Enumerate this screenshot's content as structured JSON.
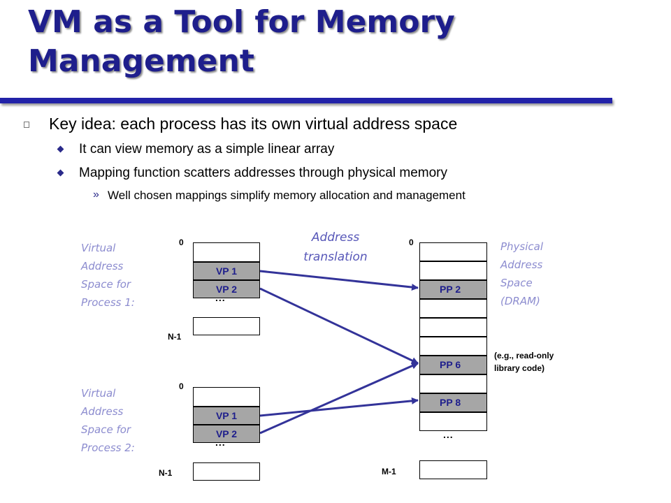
{
  "title": {
    "line1": "VM as a Tool for Memory",
    "line2": "Management"
  },
  "bullets": {
    "main": "Key idea: each process has its own virtual address space",
    "sub1": "It can view memory as a simple linear array",
    "sub2": "Mapping function scatters addresses through physical memory",
    "subsub1": "Well chosen mappings simplify memory allocation and management"
  },
  "diagram": {
    "translation_line1": "Address",
    "translation_line2": "translation",
    "vas1": [
      "Virtual",
      "Address",
      "Space for",
      "Process 1:"
    ],
    "vas2": [
      "Virtual",
      "Address",
      "Space for",
      "Process 2:"
    ],
    "phys": [
      "Physical",
      "Address",
      "Space",
      "(DRAM)"
    ],
    "zero": "0",
    "n_minus_1": "N-1",
    "m_minus_1": "M-1",
    "ellipsis": "...",
    "p1_pages": [
      "VP 1",
      "VP 2"
    ],
    "p2_pages": [
      "VP 1",
      "VP 2"
    ],
    "phys_pages": {
      "pp2": "PP 2",
      "pp6": "PP 6",
      "pp8": "PP 8"
    },
    "note_line1": "(e.g., read-only",
    "note_line2": "library code)",
    "arrow_color": "#333399"
  }
}
